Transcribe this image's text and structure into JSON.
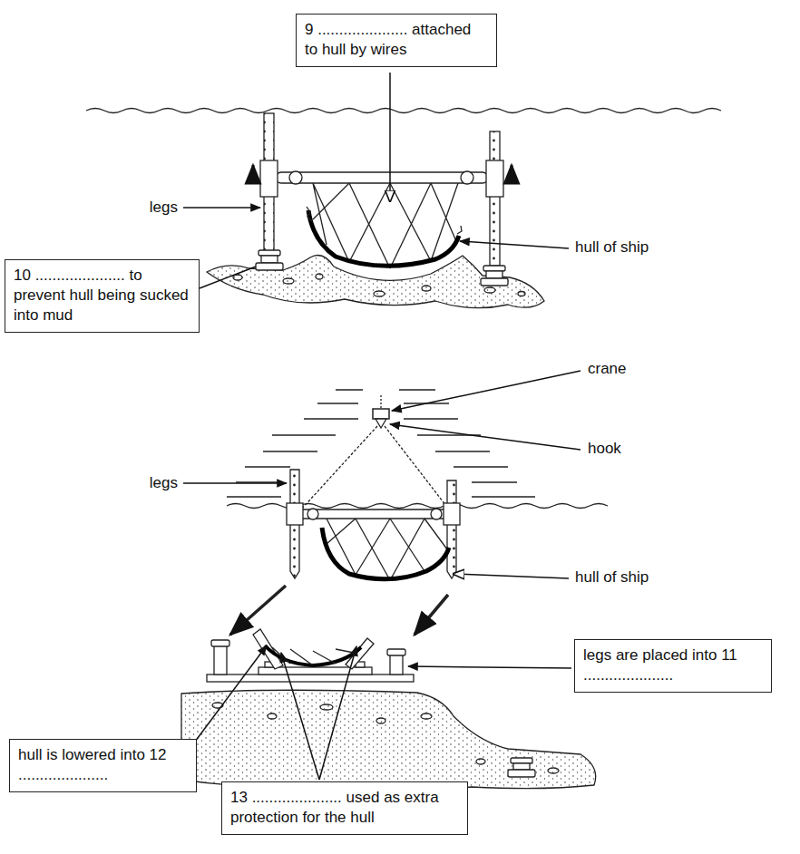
{
  "diagram": {
    "nodes": [
      {
        "text": [
          "9 ..................... attached to hull by wires"
        ]
      },
      {
        "text": [
          "10 ..................... to prevent hull being sucked into mud"
        ]
      },
      {
        "text": [
          "legs are placed into 11 ....................."
        ]
      },
      {
        "text": [
          "hull is lowered into 12 ....................."
        ]
      },
      {
        "text": [
          "13 ..................... used as extra protection for the hull"
        ]
      }
    ],
    "labels": [
      "legs",
      "hull of ship",
      "crane",
      "hook",
      "legs",
      "hull of ship"
    ]
  }
}
